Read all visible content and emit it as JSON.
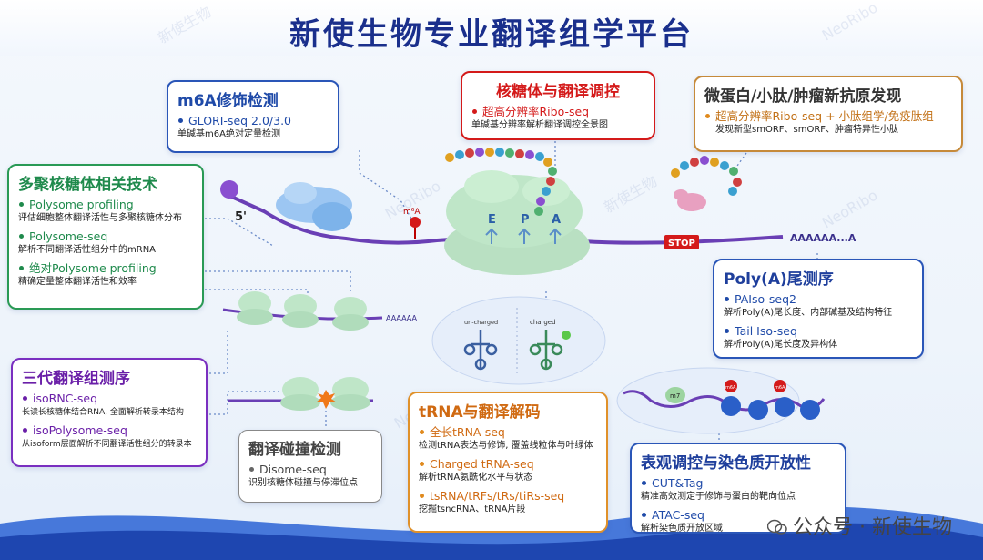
{
  "title": "新使生物专业翻译组学平台",
  "watermarks": [
    "NeoRibo",
    "新使生物"
  ],
  "diagram": {
    "five_prime": "5'",
    "m6a": "m⁶A",
    "site_e": "E",
    "site_p": "P",
    "site_a": "A",
    "stop": "STOP",
    "polya_top": "AAAAAA...A",
    "polya_small": "AAAAAA",
    "uncharged": "un-charged",
    "charged": "charged",
    "m7": "m7",
    "mod": "m6A"
  },
  "boxes": {
    "m6a": {
      "title": "m6A修饰检测",
      "items": [
        {
          "name": "GLORI-seq 2.0/3.0",
          "desc": "单碱基m6A绝对定量检测"
        }
      ]
    },
    "ribosome": {
      "title": "核糖体与翻译调控",
      "items": [
        {
          "name": "超高分辨率Ribo-seq",
          "desc": "单碱基分辨率解析翻译调控全景图"
        }
      ]
    },
    "micro": {
      "title": "微蛋白/小肽/肿瘤新抗原发现",
      "items": [
        {
          "name": "超高分辨率Ribo-seq + 小肽组学/免疫肽组",
          "desc": "发现新型smORF、smORF、肿瘤特异性小肽"
        }
      ]
    },
    "polysome": {
      "title": "多聚核糖体相关技术",
      "items": [
        {
          "name": "Polysome profiling",
          "desc": "评估细胞整体翻译活性与多聚核糖体分布"
        },
        {
          "name": "Polysome-seq",
          "desc": "解析不同翻译活性组分中的mRNA"
        },
        {
          "name": "绝对Polysome profiling",
          "desc": "精确定量整体翻译活性和效率"
        }
      ]
    },
    "polya": {
      "title": "Poly(A)尾测序",
      "items": [
        {
          "name": "PAIso-seq2",
          "desc": "解析Poly(A)尾长度、内部碱基及结构特征"
        },
        {
          "name": "Tail Iso-seq",
          "desc": "解析Poly(A)尾长度及异构体"
        }
      ]
    },
    "third": {
      "title": "三代翻译组测序",
      "items": [
        {
          "name": "isoRNC-seq",
          "desc": "长读长核糖体结合RNA, 全面解析转录本结构"
        },
        {
          "name": "isoPolysome-seq",
          "desc": "从isoform层面解析不同翻译活性组分的转录本"
        }
      ]
    },
    "collision": {
      "title": "翻译碰撞检测",
      "items": [
        {
          "name": "Disome-seq",
          "desc": "识别核糖体碰撞与停滞位点"
        }
      ]
    },
    "trna": {
      "title": "tRNA与翻译解码",
      "items": [
        {
          "name": "全长tRNA-seq",
          "desc": "检测tRNA表达与修饰, 覆盖线粒体与叶绿体"
        },
        {
          "name": "Charged tRNA-seq",
          "desc": "解析tRNA氨酰化水平与状态"
        },
        {
          "name": "tsRNA/tRFs/tRs/tiRs-seq",
          "desc": "挖掘tsncRNA、tRNA片段"
        }
      ]
    },
    "epi": {
      "title": "表观调控与染色质开放性",
      "items": [
        {
          "name": "CUT&Tag",
          "desc": "精准高效测定于修饰与蛋白的靶向位点"
        },
        {
          "name": "ATAC-seq",
          "desc": "解析染色质开放区域"
        }
      ]
    }
  },
  "footer": "公众号 · 新使生物",
  "colors": {
    "title": "#1a2f8c",
    "blue": "#1f4aa8",
    "green": "#1f8a4c",
    "red": "#d41a1a",
    "orange": "#e08a1e",
    "purple": "#6a1fa8",
    "grey": "#555555"
  }
}
